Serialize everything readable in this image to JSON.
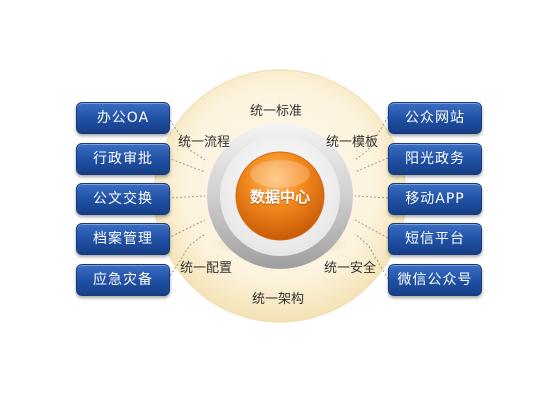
{
  "center": {
    "label": "数据中心"
  },
  "ring_labels": {
    "top": "统一标准",
    "upper_left": "统一流程",
    "upper_right": "统一模板",
    "lower_left": "统一配置",
    "lower_right": "统一安全",
    "bottom": "统一架构"
  },
  "left_items": [
    {
      "label": "办公OA"
    },
    {
      "label": "行政审批"
    },
    {
      "label": "公文交换"
    },
    {
      "label": "档案管理"
    },
    {
      "label": "应急灾备"
    }
  ],
  "right_items": [
    {
      "label": "公众网站"
    },
    {
      "label": "阳光政务"
    },
    {
      "label": "移动APP"
    },
    {
      "label": "短信平台"
    },
    {
      "label": "微信公众号"
    }
  ],
  "colors": {
    "button_blue": "#1f4fa3",
    "center_orange": "#f28a1e",
    "ring_cream": "#fbf0cf",
    "ring_silver": "#c8c8c8"
  }
}
